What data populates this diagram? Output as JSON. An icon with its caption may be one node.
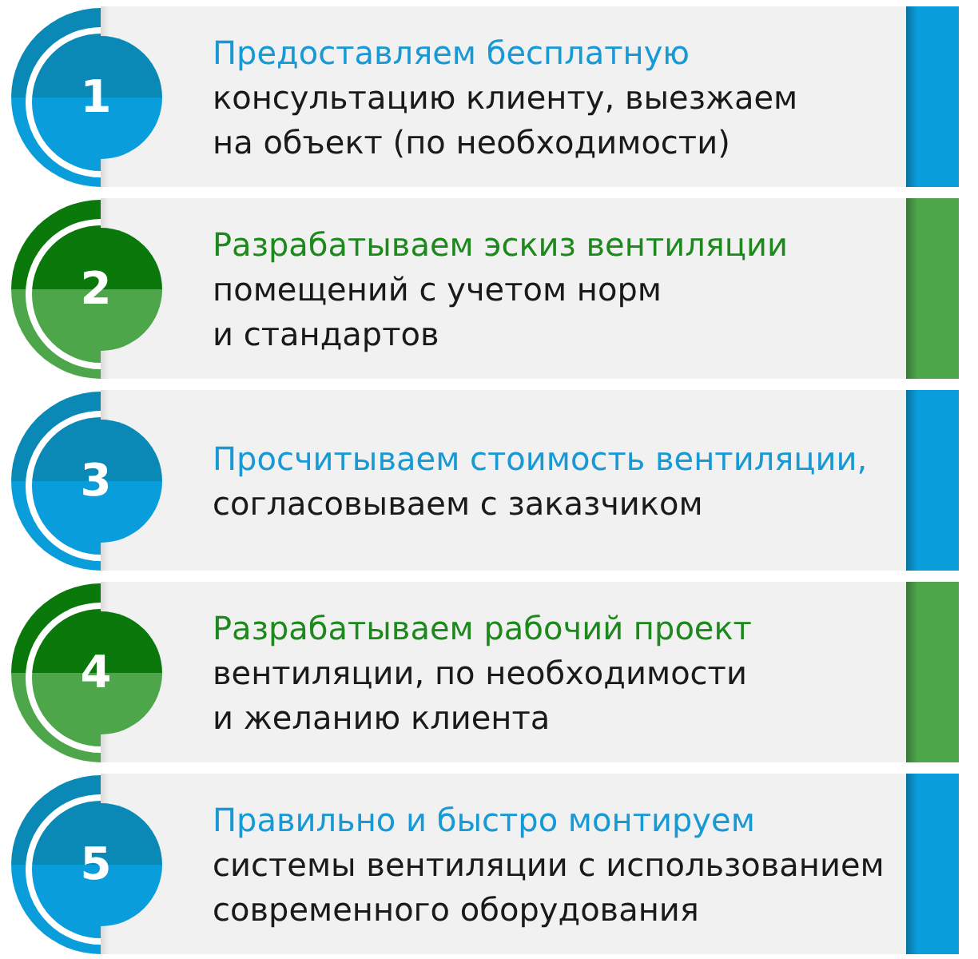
{
  "diagram": {
    "nodes": [
      {
        "text": [
          "1"
        ]
      },
      {
        "text": [
          "Предоставляем бесплатную",
          "консультацию клиенту, выезжаем на объект (по необходимости)"
        ]
      },
      {
        "text": [
          "2"
        ]
      },
      {
        "text": [
          "Разрабатываем эскиз вентиляции",
          "помещений с учетом норм и стандартов"
        ]
      },
      {
        "text": [
          "3"
        ]
      },
      {
        "text": [
          "Просчитываем стоимость вентиляции,",
          "согласовываем с заказчиком"
        ]
      },
      {
        "text": [
          "4"
        ]
      },
      {
        "text": [
          "Разрабатываем рабочий проект",
          "вентиляции, по необходимости и желанию клиента"
        ]
      },
      {
        "text": [
          "5"
        ]
      },
      {
        "text": [
          "Правильно и быстро монтируем",
          "системы вентиляции с использованием современного оборудования"
        ]
      }
    ]
  }
}
